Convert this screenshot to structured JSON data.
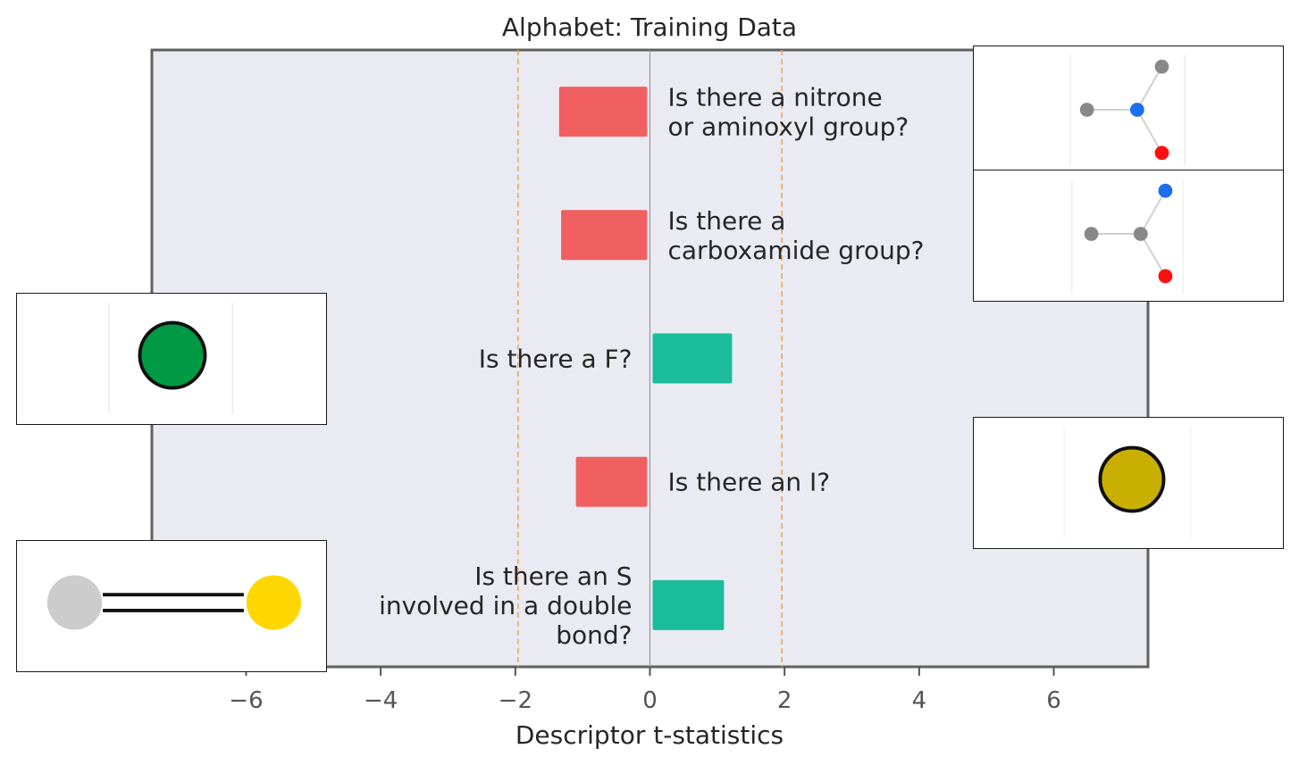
{
  "chart_data": {
    "type": "bar",
    "orientation": "horizontal",
    "title": "Alphabet: Training Data",
    "xlabel": "Descriptor t-statistics",
    "xlim": [
      -7.4,
      7.4
    ],
    "xticks": [
      -6,
      -4,
      -2,
      0,
      2,
      4,
      6
    ],
    "xtick_labels": [
      "−6",
      "−4",
      "−2",
      "0",
      "2",
      "4",
      "6"
    ],
    "significance_lines": [
      -1.96,
      1.96
    ],
    "categories": [
      "Is there a nitrone or aminoxyl group?",
      "Is there a carboxamide group?",
      "Is there a F?",
      "Is there an I?",
      "Is there an S involved in a double bond?"
    ],
    "category_lines": [
      [
        "Is there a nitrone",
        "or aminoxyl group?"
      ],
      [
        "Is there a",
        "carboxamide group?"
      ],
      [
        "Is there a F?"
      ],
      [
        "Is there an I?"
      ],
      [
        "Is there an S",
        "involved in a double",
        "bond?"
      ]
    ],
    "values": [
      -1.35,
      -1.32,
      1.22,
      -1.1,
      1.1
    ],
    "colors": {
      "negative": "#f06060",
      "positive": "#1abc9c",
      "plot_background": "#eaeaf2",
      "reference_line": "#f5a04a",
      "frame": "#606060"
    },
    "grid": false
  },
  "insets": [
    {
      "name": "nitrone-molecule-icon"
    },
    {
      "name": "carboxamide-molecule-icon"
    },
    {
      "name": "fluorine-atom-icon"
    },
    {
      "name": "iodine-atom-icon"
    },
    {
      "name": "sulfur-double-bond-icon"
    }
  ]
}
